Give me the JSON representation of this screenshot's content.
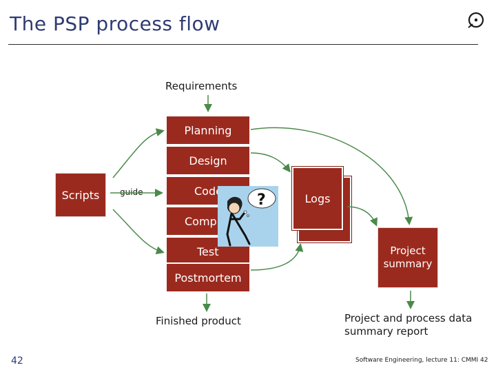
{
  "title": "The PSP process flow",
  "diagram": {
    "requirements": "Requirements",
    "scripts": "Scripts",
    "guide": "guide",
    "phases": [
      "Planning",
      "Design",
      "Code",
      "Compile",
      "Test",
      "Postmortem"
    ],
    "logs": "Logs",
    "project_summary": "Project summary",
    "finished_product": "Finished product",
    "report": "Project and process data summary report"
  },
  "footer": {
    "page_number": "42",
    "course": "Software Engineering, lecture 11: CMMI 42"
  },
  "colors": {
    "box": "#9b2a1e",
    "arrow": "#4a8a4a",
    "title": "#2f3b73"
  }
}
